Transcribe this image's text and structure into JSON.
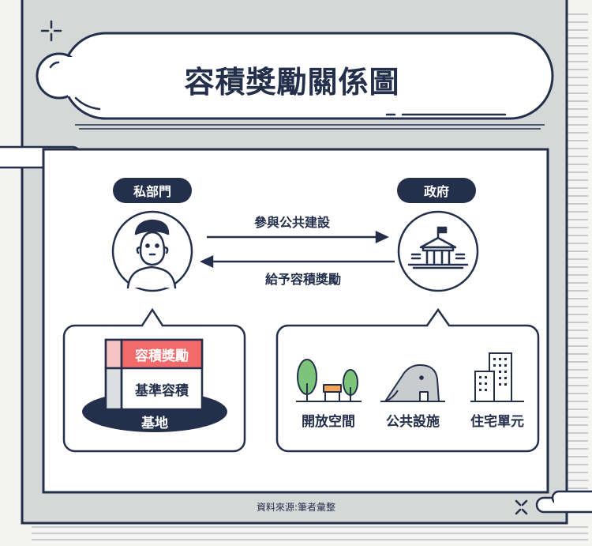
{
  "title": "容積獎勵關係圖",
  "actors": {
    "private": "私部門",
    "government": "政府"
  },
  "arrows": {
    "to_government": "參與公共建設",
    "to_private": "給予容積獎勵"
  },
  "floor_area": {
    "bonus": "容積獎勵",
    "base": "基準容積",
    "site": "基地"
  },
  "facilities": [
    {
      "label": "開放空間",
      "icon": "park-icon"
    },
    {
      "label": "公共設施",
      "icon": "elephant-slide-icon"
    },
    {
      "label": "住宅單元",
      "icon": "buildings-icon"
    }
  ],
  "source": "資料來源:筆者彙整",
  "colors": {
    "navy": "#232f4b",
    "frame_gray": "#d4d8d6",
    "bonus_red": "#f26b6b",
    "bonus_pink": "#f7c4c4",
    "tree_green": "#7cc47a",
    "bench_orange": "#f2a35a",
    "slide_gray": "#c9ccce"
  }
}
